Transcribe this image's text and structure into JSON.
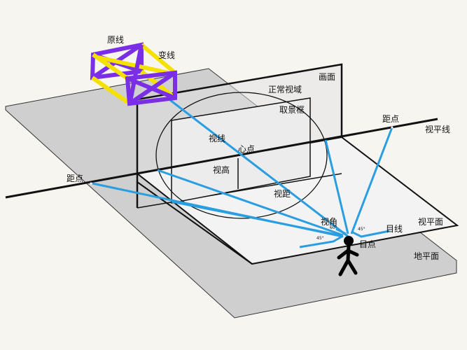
{
  "colors": {
    "ground": "#cfcfcf",
    "sight_lines": "#2a9ee0",
    "original_cube": "#7a2fe6",
    "changed_cube": "#f5e100",
    "plane": "#ffffff"
  },
  "labels": {
    "original_line": "原线",
    "changed_line": "变线",
    "picture_plane": "画面",
    "normal_field": "正常视域",
    "frame": "取景框",
    "distance_point_right": "距点",
    "distance_point_left": "距点",
    "horizon_line": "视平线",
    "sight_line": "视线",
    "center_point": "心点",
    "eye_height": "视高",
    "view_distance": "视距",
    "view_angle": "视角",
    "angle_60": "60°",
    "angle_45_left": "45°",
    "angle_45_right": "45°",
    "eye_line": "目线",
    "eye_point": "目点",
    "view_plane": "视平面",
    "ground_plane": "地平面"
  }
}
